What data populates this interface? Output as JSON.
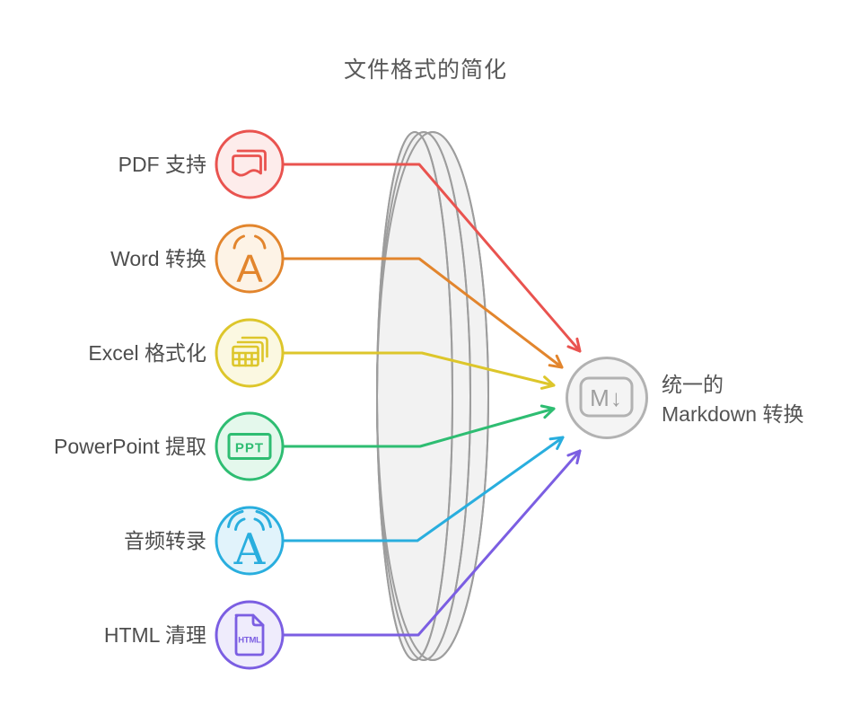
{
  "title": "文件格式的简化",
  "lens": {
    "stroke": "#9d9d9d",
    "fill": "#f2f2f2"
  },
  "sources": [
    {
      "label": "PDF 支持",
      "color": "#e9534f",
      "tint": "#fdeceb"
    },
    {
      "label": "Word 转换",
      "color": "#e2852d",
      "tint": "#fdf3e6",
      "glyph": "A"
    },
    {
      "label": "Excel 格式化",
      "color": "#ddc62b",
      "tint": "#fbf8e1"
    },
    {
      "label": "PowerPoint 提取",
      "color": "#2ebd72",
      "tint": "#e4f8ec",
      "badge": "PPT"
    },
    {
      "label": "音频转录",
      "color": "#29aede",
      "tint": "#e1f3fb",
      "glyph": "A"
    },
    {
      "label": "HTML 清理",
      "color": "#7b5ee2",
      "tint": "#efecfc",
      "badge": "HTML"
    }
  ],
  "target": {
    "badge": "M↓",
    "line1": "统一的",
    "line2": "Markdown 转换",
    "color": "#b2b2b2",
    "tint": "#f4f4f4",
    "glyph_color": "#9e9e9e"
  }
}
